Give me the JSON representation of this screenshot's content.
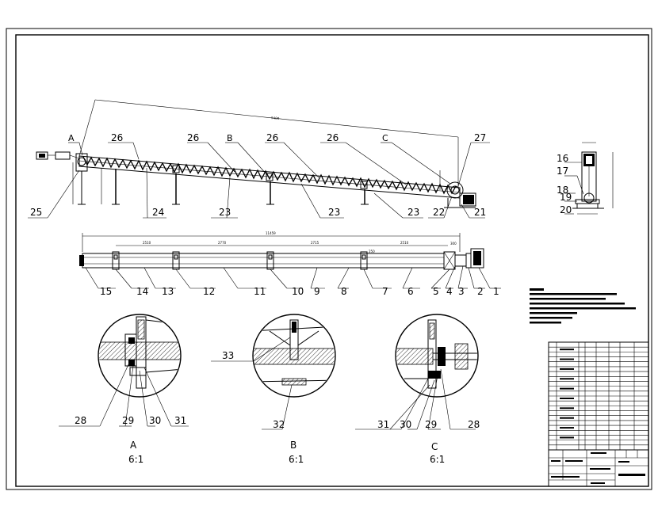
{
  "callouts": {
    "c1": "1",
    "c2": "2",
    "c3": "3",
    "c4": "4",
    "c5": "5",
    "c6": "6",
    "c7": "7",
    "c8": "8",
    "c9": "9",
    "c10": "10",
    "c11": "11",
    "c12": "12",
    "c13": "13",
    "c14": "14",
    "c15": "15",
    "c16": "16",
    "c17": "17",
    "c18": "18",
    "c19": "19",
    "c20": "20",
    "c21": "21",
    "c22": "22",
    "c23a": "23",
    "c23b": "23",
    "c23c": "23",
    "c24": "24",
    "c25": "25",
    "c26a": "26",
    "c26b": "26",
    "c26c": "26",
    "c26d": "26",
    "c27": "27",
    "c28a": "28",
    "c29a": "29",
    "c30a": "30",
    "c31a": "31",
    "c32": "32",
    "c33": "33",
    "c31c": "31",
    "c30c": "30",
    "c29c": "29",
    "c28c": "28"
  },
  "view_letters": {
    "a_top": "A",
    "b_top": "B",
    "c_top": "C",
    "a_bottom": "A",
    "b_bottom": "B",
    "c_bottom": "C"
  },
  "scales": {
    "a": "6:1",
    "b": "6:1",
    "c": "6:1"
  },
  "dimensions": {
    "overall": "5400",
    "d1": "2510",
    "d2": "2770",
    "d3": "2715",
    "d4": "2510",
    "d5": "250",
    "d6": "300",
    "total_plan": "11459"
  }
}
